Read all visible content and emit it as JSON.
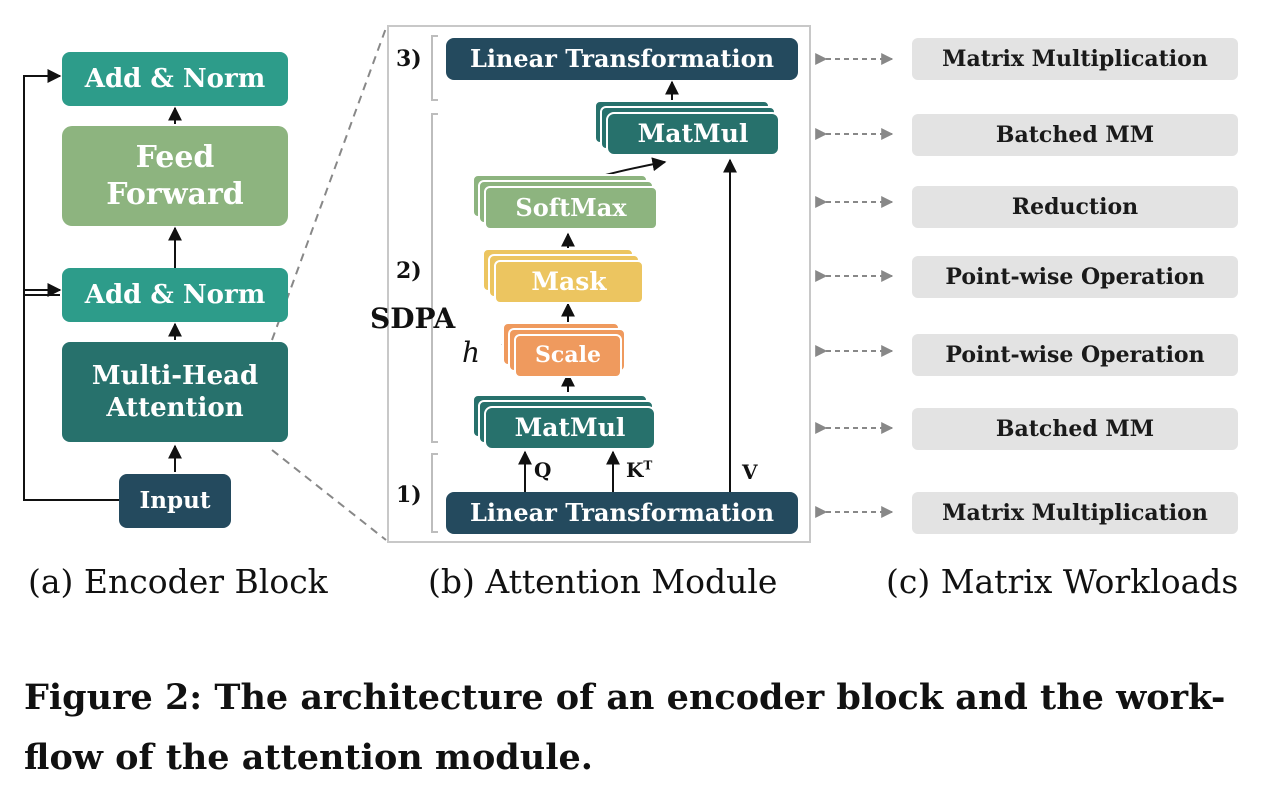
{
  "encoder": {
    "add_norm_top": "Add & Norm",
    "feed_forward": "Feed Forward",
    "add_norm_bottom": "Add & Norm",
    "mha": "Multi-Head Attention",
    "input": "Input"
  },
  "attention": {
    "step3": "3)",
    "step2": "2)",
    "step1": "1)",
    "linear_top": "Linear Transformation",
    "matmul_top": "MatMul",
    "softmax": "SoftMax",
    "mask": "Mask",
    "scale": "Scale",
    "matmul_bottom": "MatMul",
    "linear_bottom": "Linear Transformation",
    "sdpa": "SDPA",
    "h": "h",
    "q": "Q",
    "k": "K",
    "k_sup": "T",
    "v": "V"
  },
  "workloads": [
    "Matrix Multiplication",
    "Batched MM",
    "Reduction",
    "Point-wise Operation",
    "Point-wise Operation",
    "Batched MM",
    "Matrix Multiplication"
  ],
  "subcaptions": {
    "a": "(a) Encoder Block",
    "b": "(b) Attention Module",
    "c": "(c) Matrix Workloads"
  },
  "caption": {
    "line1": "Figure 2: The architecture of an encoder block and the work-",
    "line2": "flow of the attention module."
  },
  "colors": {
    "teal": "#2d9c8a",
    "dark_teal": "#27716c",
    "green": "#8db47f",
    "navy": "#244a5e",
    "light_green": "#8db47f",
    "yellow": "#ecc560",
    "orange": "#ef9a5e",
    "grey": "#e3e3e3"
  }
}
